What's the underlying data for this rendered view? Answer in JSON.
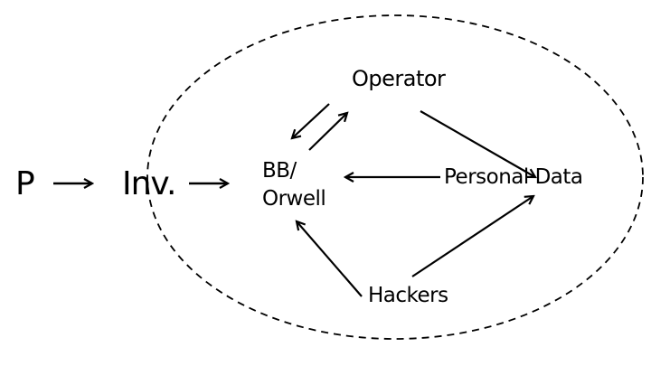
{
  "diagram": {
    "nodes": {
      "p": "P",
      "inv": "Inv.",
      "bb_line1": "BB/",
      "bb_line2": "Orwell",
      "operator": "Operator",
      "personal_data": "Personal Data",
      "hackers": "Hackers"
    },
    "outer_arrows": {
      "p_to_inv": "→",
      "inv_to_bb": "→"
    },
    "edges": [
      {
        "from": "P",
        "to": "Inv."
      },
      {
        "from": "Inv.",
        "to": "BB/Orwell"
      },
      {
        "from": "Operator",
        "to": "BB/Orwell"
      },
      {
        "from": "BB/Orwell",
        "to": "Operator"
      },
      {
        "from": "Operator",
        "to": "Personal Data"
      },
      {
        "from": "Personal Data",
        "to": "BB/Orwell"
      },
      {
        "from": "Hackers",
        "to": "BB/Orwell"
      },
      {
        "from": "Hackers",
        "to": "Personal Data"
      }
    ],
    "boundary": "dashed ellipse enclosing BB/Orwell, Operator, Personal Data, Hackers",
    "colors": {
      "stroke": "#000000",
      "background": "#ffffff"
    }
  }
}
